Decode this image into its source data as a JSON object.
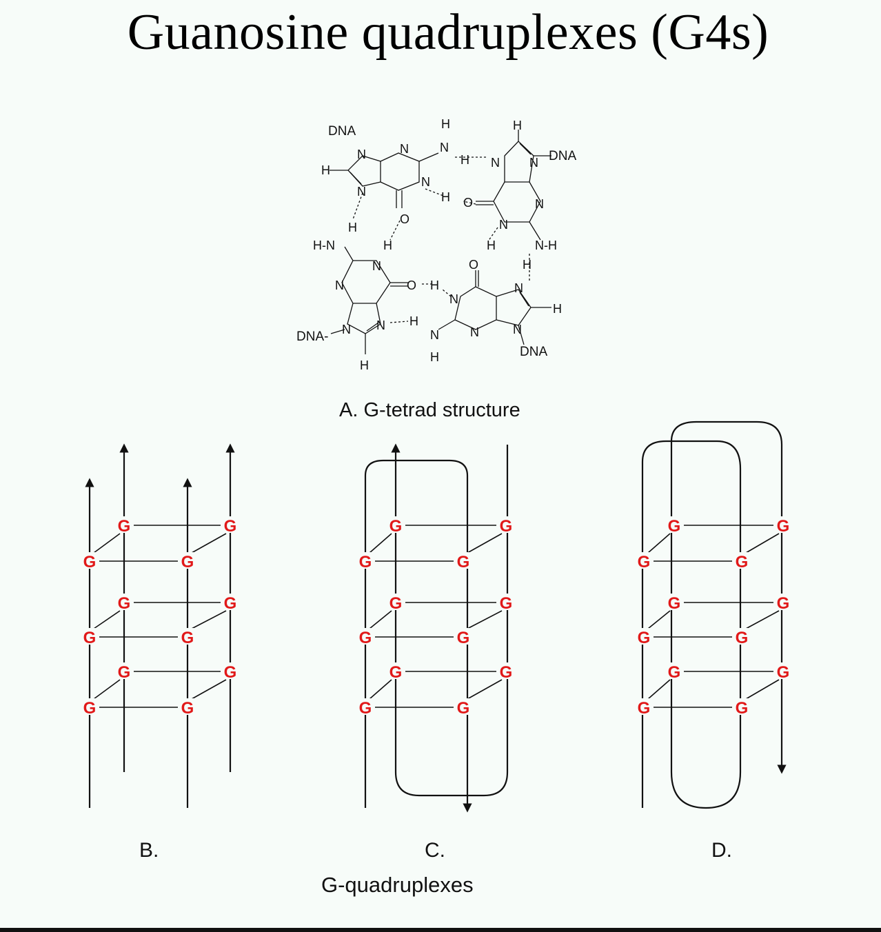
{
  "title": "Guanosine quadruplexes (G4s)",
  "tetrad": {
    "dna_label": "DNA",
    "atoms": {
      "N": "N",
      "H": "H",
      "O": "O",
      "NH": "N-H",
      "HN": "H-N",
      "DNA_dash": "DNA-"
    },
    "caption": "A. G-tetrad structure"
  },
  "quadruplex": {
    "base_label": "G",
    "panels": [
      "B.",
      "C.",
      "D."
    ],
    "caption": "G-quadruplexes"
  },
  "colors": {
    "guanine": "#e11919",
    "line": "#111111",
    "background": "#f7fcf9"
  }
}
